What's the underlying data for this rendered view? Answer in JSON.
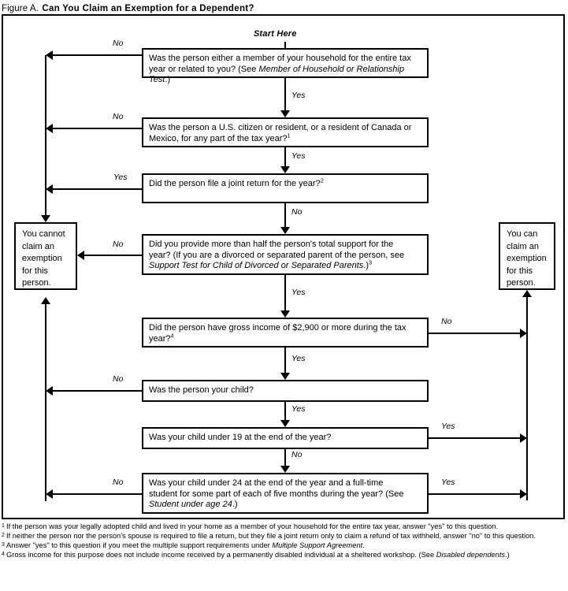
{
  "figure": {
    "label": "Figure A.",
    "title": "Can You Claim an Exemption for a Dependent?",
    "start_label": "Start Here"
  },
  "edge_labels": {
    "yes": "Yes",
    "no": "No"
  },
  "nodes": {
    "q1": {
      "id": "member-or-relationship",
      "line1": "Was the person either a member of your household for the entire tax",
      "line2_a": "year or related to you? (See ",
      "line2_italic": "Member of Household or Relationship Test",
      "line2_b": ".)"
    },
    "q2": {
      "id": "citizen-or-resident",
      "line1": "Was the person a U.S. citizen or resident, or a resident of Canada or",
      "line2": "Mexico, for any part of the tax year?",
      "footnote_ref": "1"
    },
    "q3": {
      "id": "joint-return",
      "line1": "Did the person file a joint return for the year?",
      "footnote_ref": "2"
    },
    "q4": {
      "id": "support-test",
      "line1": "Did you provide more than half the person's total support for the",
      "line2": "year? (If you are a divorced or separated parent of the person, see",
      "line3_italic": "Support Test for Child of Divorced or Separated Parents",
      "line3_b": ".)",
      "footnote_ref": "3"
    },
    "q5": {
      "id": "gross-income",
      "line1": "Did the person have gross income of $2,900 or more during the tax",
      "line2": "year?",
      "footnote_ref": "4"
    },
    "q6": {
      "id": "was-person-your-child",
      "line1": "Was the person your child?"
    },
    "q7": {
      "id": "child-under-19",
      "line1": "Was your child under 19 at the end of the year?"
    },
    "q8": {
      "id": "child-under-24-student",
      "line1": "Was your child under 24 at the end of the year and a full-time",
      "line2": "student for some part of each of five months during the year? (See",
      "line3_italic": "Student under age 24",
      "line3_b": ".)"
    },
    "cannot": {
      "id": "cannot-claim",
      "text": "You cannot claim an exemption for this person."
    },
    "can": {
      "id": "can-claim",
      "text": "You can claim an exemption for this person."
    }
  },
  "footnotes": [
    {
      "num": "1",
      "text": "If the person was your legally adopted child and lived in your home as a member of your household for the entire tax year, answer \"yes\" to this question."
    },
    {
      "num": "2",
      "text": "If neither the person nor the person's spouse is required to file a return, but they file a joint return only to claim a refund of tax withheld, answer \"no\" to this question."
    },
    {
      "num": "3",
      "text_a": "Answer \"yes\" to this question if you meet the multiple support requirements under ",
      "text_italic": "Multiple Support Agreement",
      "text_b": "."
    },
    {
      "num": "4",
      "text_a": "Gross income for this purpose does not include income received by a permanently disabled individual at a sheltered workshop. (See ",
      "text_italic": "Disabled dependents",
      "text_b": ".)"
    }
  ],
  "colors": {
    "ink": "#000000",
    "paper": "#ffffff"
  }
}
